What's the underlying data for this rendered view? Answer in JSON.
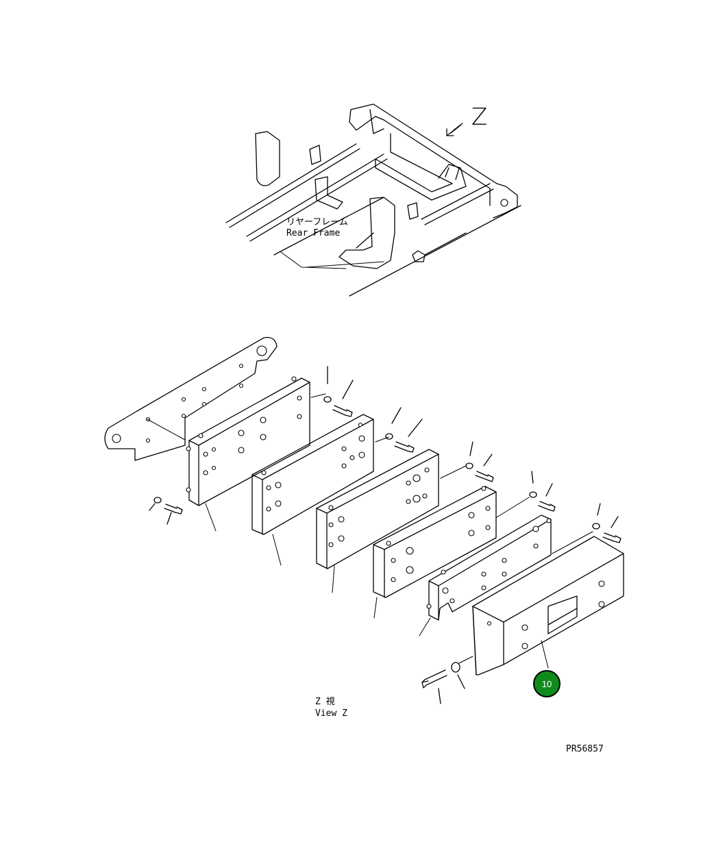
{
  "view_marker": "Z",
  "rear_frame": {
    "label_jp": "リヤーフレーム",
    "label_en": "Rear Frame"
  },
  "view_z": {
    "label_jp": "Z 視",
    "label_en": "View Z"
  },
  "drawing_number": "PR56857",
  "callouts": [
    {
      "number": "10",
      "color": "#118a1c"
    }
  ]
}
